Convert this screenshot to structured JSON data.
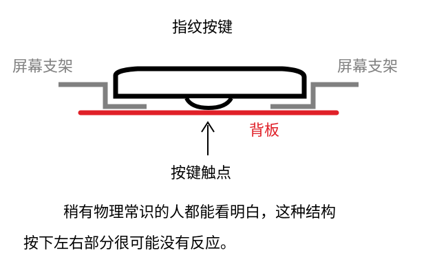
{
  "title": "指纹按键",
  "left_bracket_label": "屏幕支架",
  "right_bracket_label": "屏幕支架",
  "backplate_label": "背板",
  "contact_label": "按键触点",
  "paragraph": [
    "稍有物理常识的人都能看明白，这种结构",
    "按下左右部分很可能没有反应。"
  ],
  "colors": {
    "bracket": "#808080",
    "backplate": "#e02028",
    "button": "#000000"
  }
}
